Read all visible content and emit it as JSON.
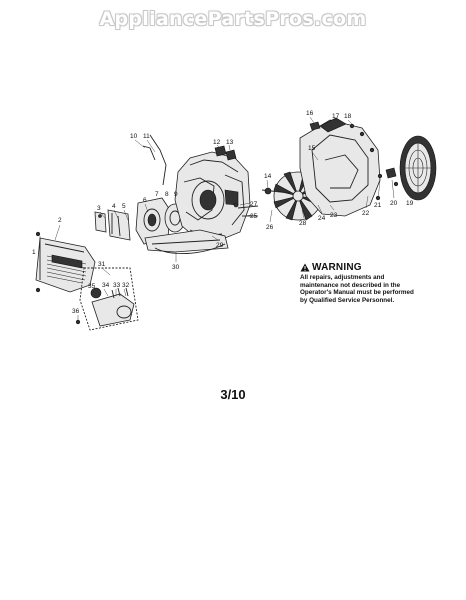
{
  "watermark": "AppliancePartsPros.com",
  "warning": {
    "title": "WARNING",
    "text": "All repairs, adjustments and maintenance not described in the Operator's Manual must be performed by Qualified Service Personnel."
  },
  "page_number": "3/10",
  "part_numbers": [
    "1",
    "2",
    "3",
    "4",
    "5",
    "6",
    "7",
    "8",
    "9",
    "10",
    "11",
    "12",
    "13",
    "14",
    "15",
    "16",
    "17",
    "18",
    "19",
    "20",
    "21",
    "22",
    "23",
    "24",
    "25",
    "26",
    "27",
    "28",
    "29",
    "30",
    "31",
    "32",
    "33",
    "34",
    "35",
    "36"
  ]
}
